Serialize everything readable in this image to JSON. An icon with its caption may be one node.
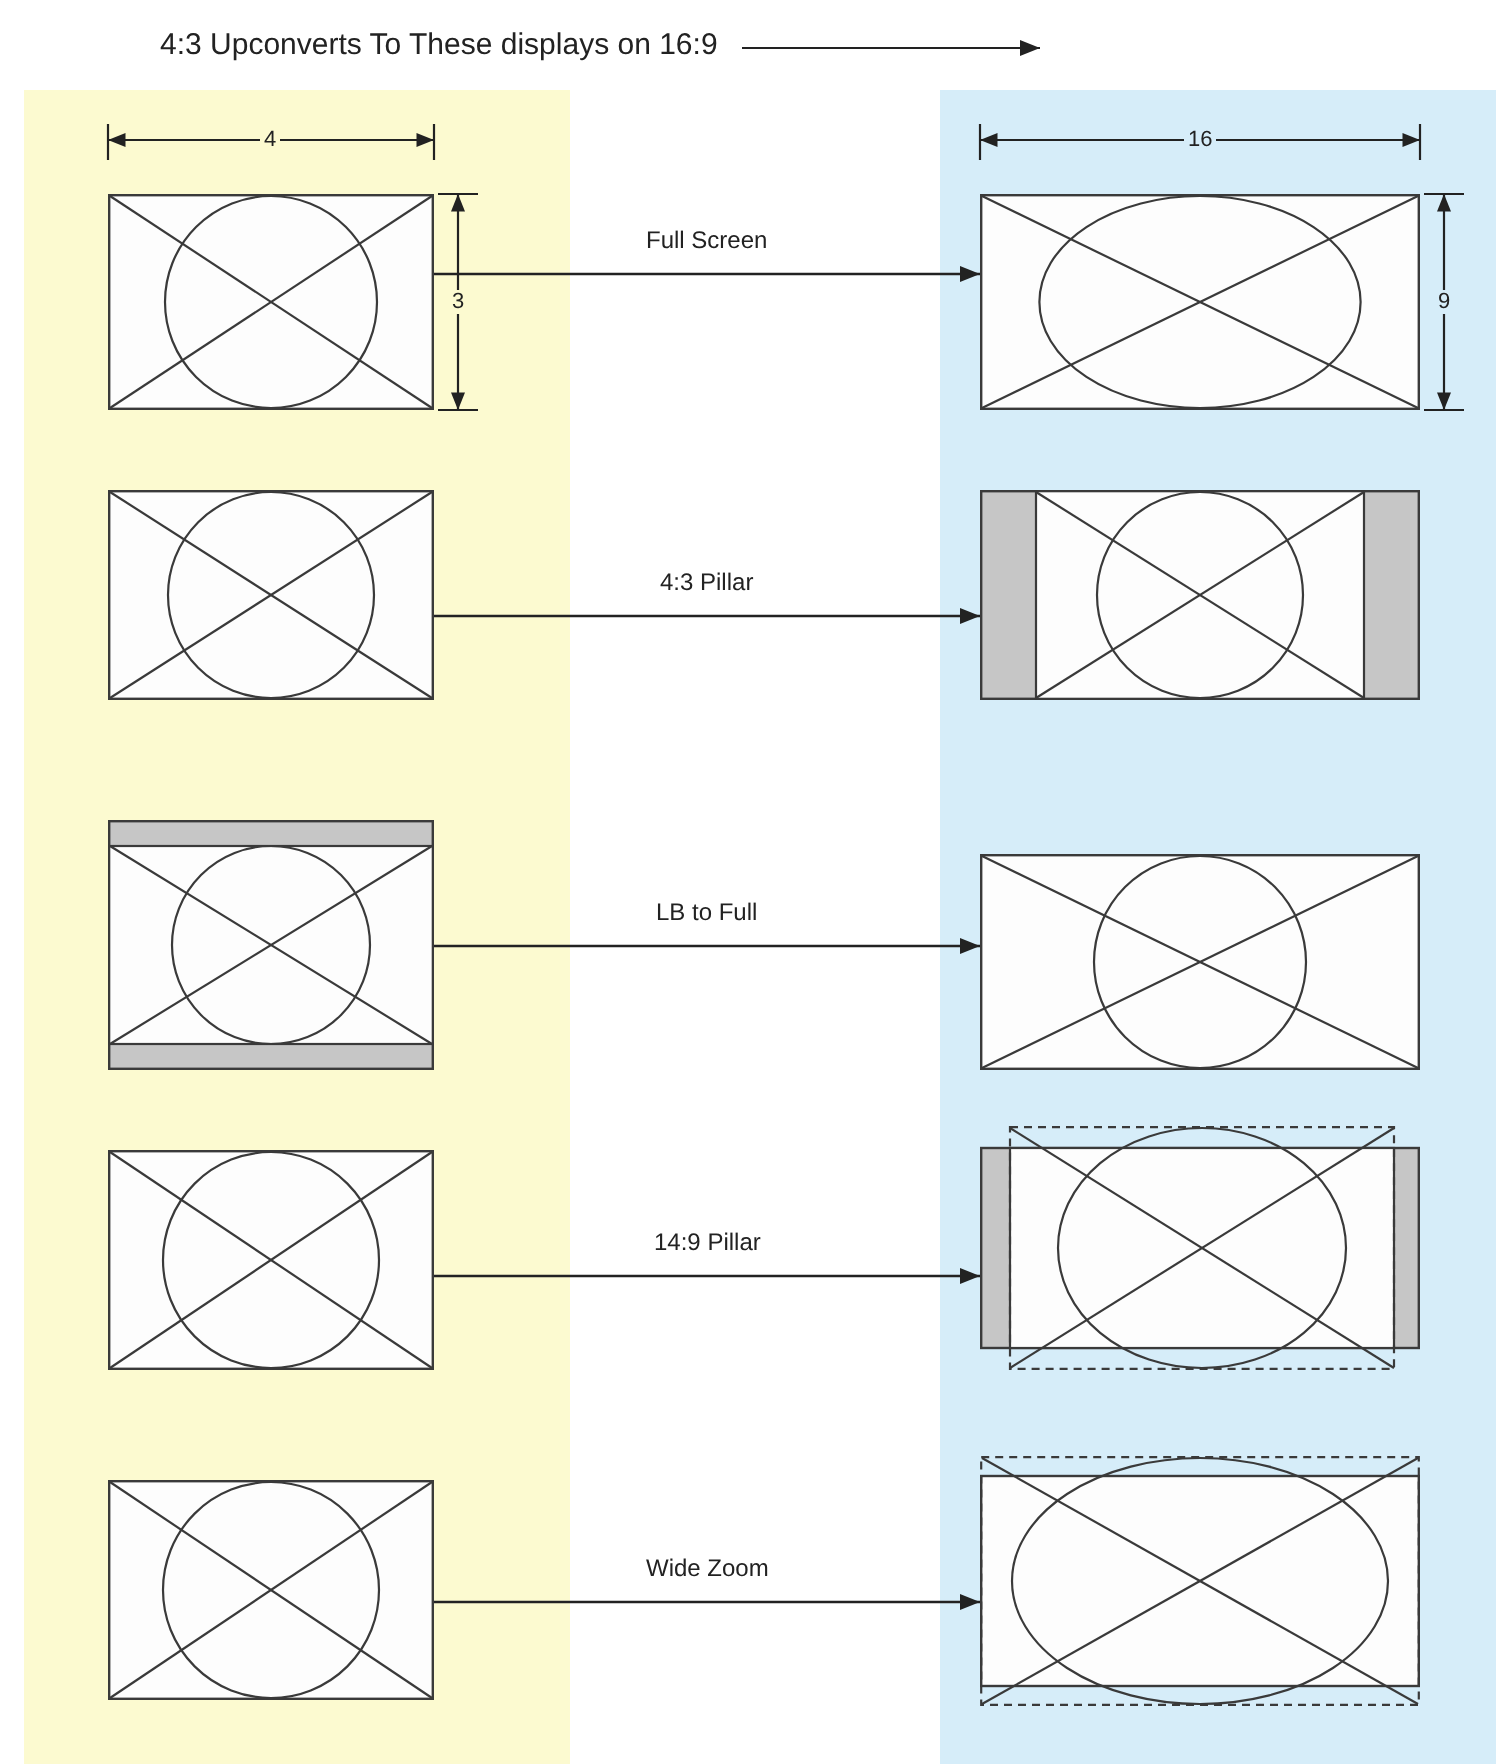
{
  "diagram": {
    "title": "4:3 Upconverts To These displays on 16:9",
    "nodes": [
      {
        "text": [],
        "shape": "box"
      },
      {
        "text": [],
        "shape": "picture",
        "in": 0
      },
      {
        "text": [],
        "shape": "picture",
        "in": 0
      },
      {
        "text": [],
        "shape": "picture",
        "in": 0
      },
      {
        "text": [],
        "shape": "picture",
        "in": 0
      },
      {
        "text": [],
        "shape": "picture",
        "in": 0
      },
      {
        "text": [],
        "shape": "box"
      },
      {
        "text": [],
        "shape": "picture",
        "in": 6
      },
      {
        "text": [],
        "shape": "picture",
        "in": 6
      },
      {
        "text": [],
        "shape": "picture",
        "in": 6
      },
      {
        "text": [],
        "shape": "picture",
        "in": 6
      },
      {
        "text": [],
        "shape": "picture",
        "in": 6
      }
    ],
    "edges": [
      {
        "from": 1,
        "to": 7,
        "arrow": "to",
        "label": "Full Screen"
      },
      {
        "from": 2,
        "to": 8,
        "arrow": "to",
        "label": "4:3 Pillar"
      },
      {
        "from": 3,
        "to": 9,
        "arrow": "to",
        "label": "LB to Full"
      },
      {
        "from": 4,
        "to": 10,
        "arrow": "to",
        "label": "14:9 Pillar"
      },
      {
        "from": 5,
        "to": 11,
        "arrow": "to",
        "label": "Wide Zoom"
      }
    ],
    "labels": [
      "4",
      "16",
      "3",
      "9"
    ]
  }
}
